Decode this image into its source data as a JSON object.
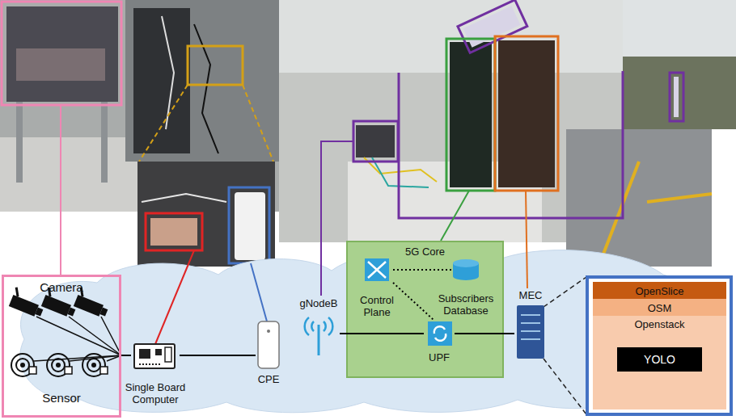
{
  "diagram": {
    "nodes": [
      {
        "text": [
          "Camera",
          "Sensor"
        ]
      },
      {
        "text": [
          "Single Board Computer"
        ]
      },
      {
        "text": [
          "CPE"
        ]
      },
      {
        "text": [
          "gNodeB"
        ]
      },
      {
        "text": [
          "5G Core"
        ]
      },
      {
        "text": [
          "Control Plane"
        ],
        "in": 4
      },
      {
        "text": [
          "Subscribers Database"
        ],
        "in": 4
      },
      {
        "text": [
          "UPF"
        ],
        "in": 4
      },
      {
        "text": [
          "MEC"
        ]
      },
      {
        "text": [
          "OpenSlice"
        ]
      },
      {
        "text": [
          "OSM"
        ]
      },
      {
        "text": [
          "Openstack"
        ]
      },
      {
        "text": [
          "YOLO"
        ],
        "in": 11
      }
    ],
    "edges": [
      {
        "from": 0,
        "to": 1,
        "arrow": "none"
      },
      {
        "from": 1,
        "to": 2,
        "arrow": "none"
      },
      {
        "from": 3,
        "to": 7,
        "arrow": "none"
      },
      {
        "from": 5,
        "to": 6,
        "arrow": "none"
      },
      {
        "from": 5,
        "to": 7,
        "arrow": "none"
      },
      {
        "from": 7,
        "to": 8,
        "arrow": "none"
      }
    ]
  }
}
